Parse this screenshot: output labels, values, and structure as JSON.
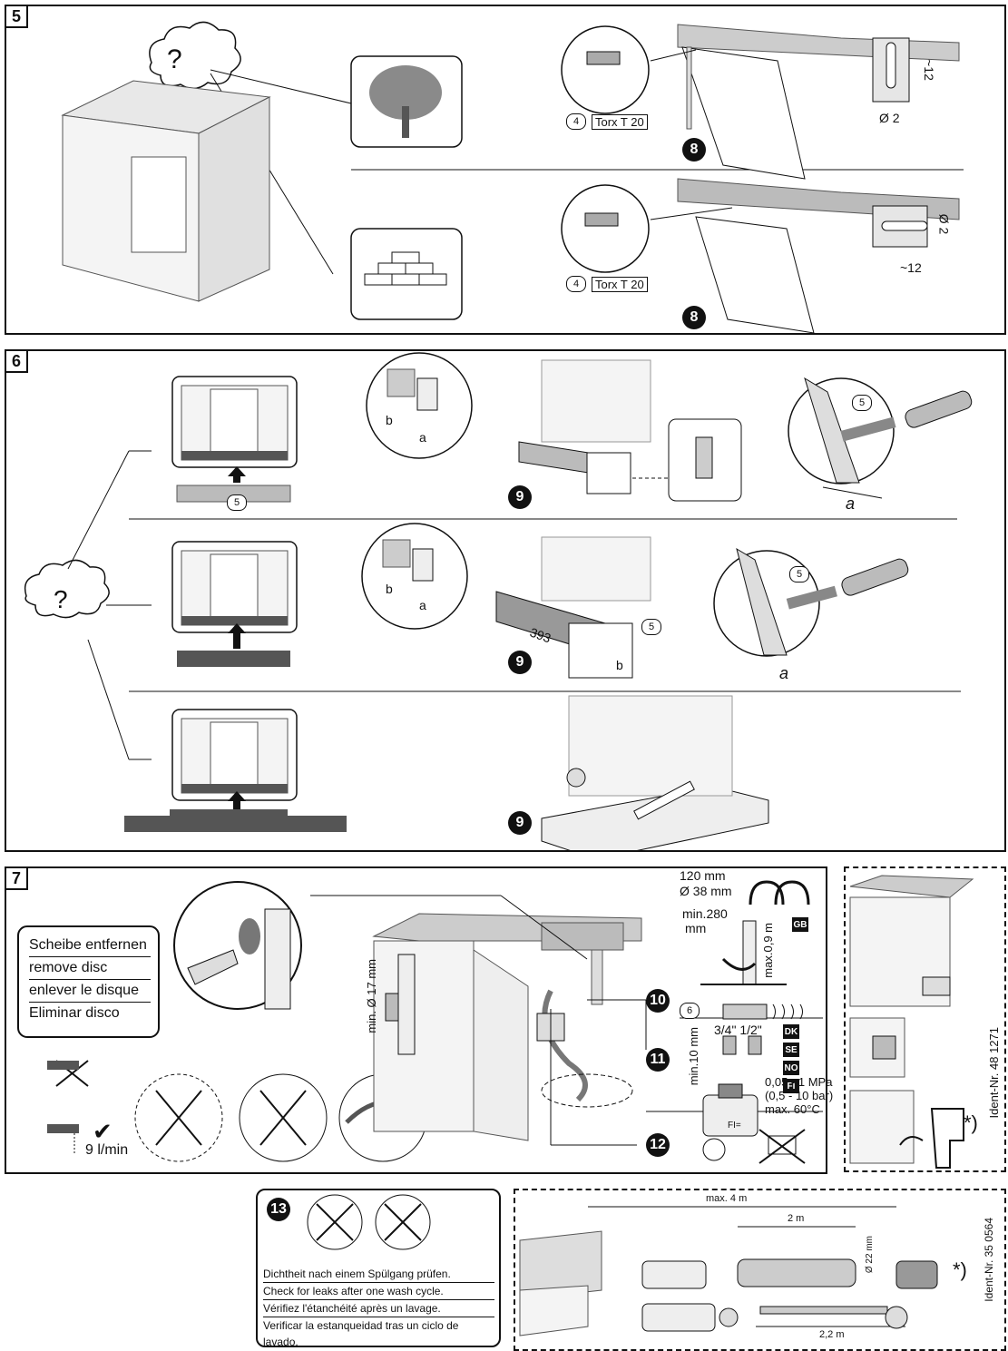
{
  "panel5": {
    "number": "5",
    "question": "?",
    "torx_top": {
      "hex": "4",
      "text": "Torx T 20"
    },
    "torx_bottom": {
      "hex": "4",
      "text": "Torx T 20"
    },
    "step_top": "8",
    "step_bottom": "8",
    "dim_top_slot": "~12",
    "dim_top_dia": "Ø 2",
    "dim_bottom_dia": "Ø 2",
    "dim_bottom_slot": "~12"
  },
  "panel6": {
    "number": "6",
    "question": "?",
    "row1": {
      "hex_small": "5",
      "step": "9",
      "label_a": "a",
      "label_b": "b",
      "hex_screw": "5",
      "dim_a": "a"
    },
    "row2": {
      "step": "9",
      "dim_393": "393",
      "label_a": "a",
      "label_b": "b",
      "hex_side": "5",
      "hex_screw": "5",
      "dim_a": "a",
      "dim_b": "b"
    },
    "row3": {
      "step": "9"
    }
  },
  "panel7": {
    "number": "7",
    "disc_lines": [
      "Scheibe entfernen",
      "remove disc",
      "enlever le disque",
      "Eliminar disco"
    ],
    "flow": "9 l/min",
    "min17": "min. Ø 17 mm",
    "step10": "10",
    "step11": "11",
    "step12": "12",
    "hex6": "6",
    "drain": {
      "d120": "120 mm",
      "d38": "Ø 38 mm",
      "min280": "min.280",
      "mm": "mm",
      "max09": "max.0,9 m",
      "gb": "GB"
    },
    "water": {
      "min10": "min.10 mm",
      "threads": "3/4\"  1/2\"",
      "countries": [
        "DK",
        "SE",
        "NO",
        "FI"
      ],
      "pressure1": "0,05 - 1 MPa",
      "pressure2": "(0,5 - 10 bar)",
      "maxtemp": "max. 60°C"
    },
    "fi": "FI="
  },
  "side": {
    "star": "*)",
    "ident": "Ident-Nr. 48 1271"
  },
  "panel13": {
    "step": "13",
    "lines": [
      "Dichtheit nach einem Spülgang prüfen.",
      "Check for leaks after one wash cycle.",
      "Vérifiez l'étanchéité après un lavage.",
      "Verificar la estanqueidad tras un ciclo de lavado."
    ]
  },
  "hose": {
    "max4": "max. 4 m",
    "m2": "2 m",
    "d22": "Ø 22 mm",
    "m22": "2,2 m",
    "star": "*)",
    "ident": "Ident-Nr. 35 0564"
  }
}
